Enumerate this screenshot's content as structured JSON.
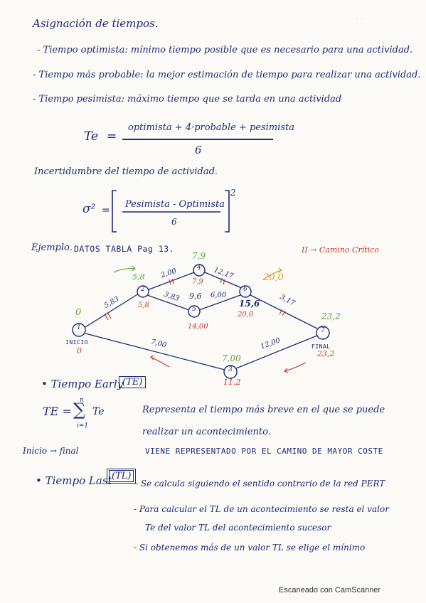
{
  "title": "Asignación de tiempos.",
  "bullets": [
    "- Tiempo optimista: mínimo tiempo posible que es necesario para una actividad.",
    "- Tiempo más probable: la mejor estimación de tiempo para realizar una actividad.",
    "- Tiempo pesimista: máximo tiempo que se tarda en una actividad"
  ],
  "te_formula": {
    "lhs": "Te",
    "eq": "=",
    "numerator": "optimista + 4·probable + pesimista",
    "denominator": "6"
  },
  "uncertainty_title": "Incertidumbre del tiempo de actividad.",
  "sigma_formula": {
    "lhs": "σ²",
    "eq": "=",
    "numerator": "Pesimista - Optimista",
    "denominator": "6",
    "exponent": "2"
  },
  "example": {
    "label": "Ejemplo.",
    "caption": "DATOS TABLA Pag 13.",
    "legend": "II → Camino Crítico"
  },
  "network": {
    "nodes": [
      {
        "id": "1",
        "early": "0",
        "late": "0",
        "label": "INICIO"
      },
      {
        "id": "2",
        "early": "5,8",
        "late": "5,8",
        "label": ""
      },
      {
        "id": "4",
        "early": "7,9",
        "late": "7,9",
        "label": ""
      },
      {
        "id": "5",
        "early": "9,6",
        "late": "14,00",
        "label": ""
      },
      {
        "id": "6",
        "early": "15,6",
        "late": "20,0",
        "label": ""
      },
      {
        "id": "7",
        "early": "23,2",
        "late": "23,2",
        "label": "FINAL"
      },
      {
        "id": "3",
        "early": "7,00",
        "late": "11,2",
        "label": ""
      }
    ],
    "edges": [
      {
        "from": "1",
        "to": "2",
        "duration": "5,83",
        "critical": true
      },
      {
        "from": "2",
        "to": "4",
        "duration": "2,00",
        "critical": true
      },
      {
        "from": "2",
        "to": "5",
        "duration": "3,83",
        "critical": false
      },
      {
        "from": "4",
        "to": "6",
        "duration": "12,17",
        "critical": true
      },
      {
        "from": "5",
        "to": "6",
        "duration": "6,00",
        "critical": false
      },
      {
        "from": "6",
        "to": "7",
        "duration": "3,17",
        "critical": true
      },
      {
        "from": "1",
        "to": "3",
        "duration": "7,00",
        "critical": false
      },
      {
        "from": "3",
        "to": "7",
        "duration": "12,00",
        "critical": false
      }
    ],
    "extra_label": "20,0"
  },
  "early": {
    "heading": "• Tiempo Early",
    "symbol": "(TE)",
    "formula_lhs": "TE =",
    "sum_top": "n",
    "sum_bottom": "i=1",
    "sum_term": "Te",
    "desc1": "Representa el tiempo más breve en el que se puede",
    "desc2": "realizar un acontecimiento.",
    "flow": "Inicio → final",
    "note": "VIENE REPRESENTADO POR EL CAMINO DE MAYOR COSTE"
  },
  "last": {
    "heading": "• Tiempo Last",
    "symbol": "(TL)",
    "line1": "- Se calcula siguiendo el sentido contrario de la red PERT",
    "line2": "- Para calcular el TL de un acontecimiento se resta el valor",
    "line3": "Te del valor TL del acontecimiento sucesor",
    "line4": "- Si obtenemos más de un valor TL se elige el mínimo"
  },
  "footer": "Escaneado con CamScanner",
  "colors": {
    "ink": "#1d2a78",
    "critical": "#c7352c",
    "early": "#5fa33b",
    "orange": "#e0982a"
  }
}
